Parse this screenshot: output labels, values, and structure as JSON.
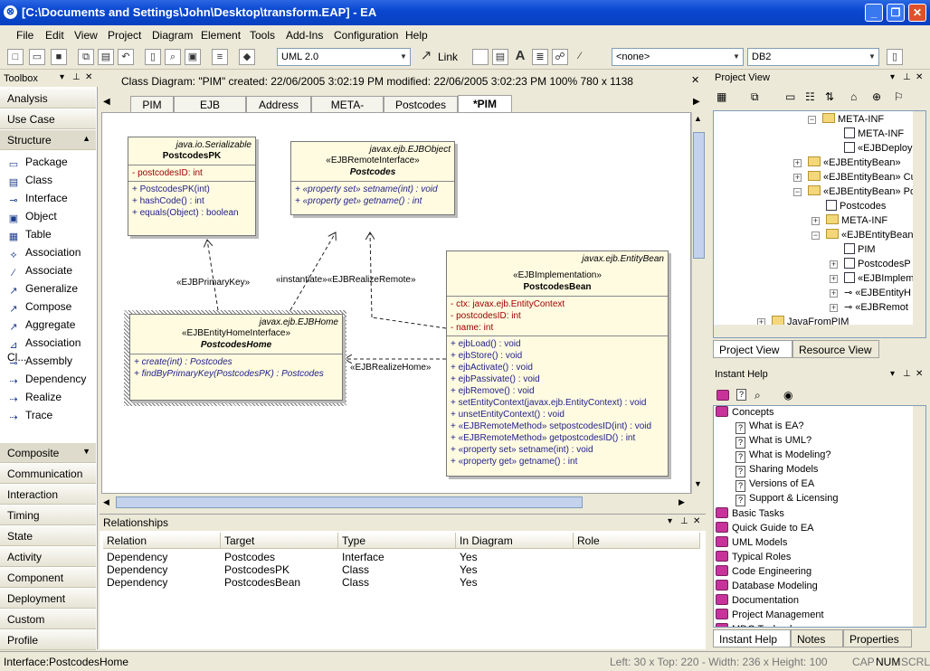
{
  "window": {
    "title": "[C:\\Documents and Settings\\John\\Desktop\\transform.EAP] - EA",
    "min": "_",
    "max": "❐",
    "close": "✕"
  },
  "menu": [
    "File",
    "Edit",
    "View",
    "Project",
    "Diagram",
    "Element",
    "Tools",
    "Add-Ins",
    "Configuration",
    "Help"
  ],
  "toolbar": {
    "uml_version": "UML 2.0",
    "link_label": "Link",
    "none_combo": "<none>",
    "db_combo": "DB2"
  },
  "toolbox": {
    "title": "Toolbox",
    "categories_top": [
      "Analysis",
      "Use Case",
      "Structure"
    ],
    "structure_items": [
      {
        "label": "Package",
        "icon": "package-icon"
      },
      {
        "label": "Class",
        "icon": "class-icon"
      },
      {
        "label": "Interface",
        "icon": "interface-icon"
      },
      {
        "label": "Object",
        "icon": "object-icon"
      },
      {
        "label": "Table",
        "icon": "table-icon"
      },
      {
        "label": "Association",
        "icon": "association-icon"
      },
      {
        "label": "Associate",
        "icon": "associate-icon"
      },
      {
        "label": "Generalize",
        "icon": "generalize-icon"
      },
      {
        "label": "Compose",
        "icon": "compose-icon"
      },
      {
        "label": "Aggregate",
        "icon": "aggregate-icon"
      },
      {
        "label": "Association Cl...",
        "icon": "association-class-icon"
      },
      {
        "label": "Assembly",
        "icon": "assembly-icon"
      },
      {
        "label": "Dependency",
        "icon": "dependency-icon"
      },
      {
        "label": "Realize",
        "icon": "realize-icon"
      },
      {
        "label": "Trace",
        "icon": "trace-icon"
      }
    ],
    "categories_bottom": [
      "Composite",
      "Communication",
      "Interaction",
      "Timing",
      "State",
      "Activity",
      "Component",
      "Deployment",
      "Custom",
      "Profile"
    ]
  },
  "diagram": {
    "header": "Class Diagram: \"PIM\"   created: 22/06/2005 3:02:19 PM  modified: 22/06/2005 3:02:23 PM   100%   780 x 1138",
    "tabs": [
      "PIM",
      "EJB Entity",
      "Address",
      "META-INF",
      "Postcodes",
      "*PIM"
    ],
    "active_tab": "*PIM",
    "pk": {
      "stereo": "java.io.Serializable",
      "name": "PostcodesPK",
      "attrs": [
        "-   postcodesID:  int"
      ],
      "ops": [
        "+   PostcodesPK(int)",
        "+   hashCode() : int",
        "+   equals(Object) : boolean"
      ]
    },
    "remote": {
      "stereo": "javax.ejb.EJBObject",
      "stereo2": "«EJBRemoteInterface»",
      "name": "Postcodes",
      "ops": [
        "+   «property set» setname(int) : void",
        "+   «property get» getname() : int"
      ]
    },
    "home": {
      "stereo": "javax.ejb.EJBHome",
      "stereo2": "«EJBEntityHomeInterface»",
      "name": "PostcodesHome",
      "ops": [
        "+   create(int) : Postcodes",
        "+   findByPrimaryKey(PostcodesPK) : Postcodes"
      ]
    },
    "bean": {
      "stereo": "javax.ejb.EntityBean",
      "stereo2": "«EJBImplementation»",
      "name": "PostcodesBean",
      "attrs": [
        "-   ctx:  javax.ejb.EntityContext",
        "-   postcodesID:  int",
        "-   name:  int"
      ],
      "ops": [
        "+   ejbLoad() : void",
        "+   ejbStore() : void",
        "+   ejbActivate() : void",
        "+   ejbPassivate() : void",
        "+   ejbRemove() : void",
        "+   setEntityContext(javax.ejb.EntityContext) : void",
        "+   unsetEntityContext() : void",
        "+   «EJBRemoteMethod» setpostcodesID(int) : void",
        "+   «EJBRemoteMethod» getpostcodesID() : int",
        "+   «property set» setname(int) : void",
        "+   «property get» getname() : int"
      ]
    },
    "labels": {
      "primary_key": "«EJBPrimaryKey»",
      "instantiate": "«instantiate»«EJBRealizeRemote»",
      "realize_home": "«EJBRealizeHome»"
    }
  },
  "relationships": {
    "title": "Relationships",
    "columns": [
      "Relation",
      "Target",
      "Type",
      "In Diagram",
      "Role"
    ],
    "rows": [
      [
        "Dependency",
        "Postcodes",
        "Interface",
        "Yes",
        ""
      ],
      [
        "Dependency",
        "PostcodesPK",
        "Class",
        "Yes",
        ""
      ],
      [
        "Dependency",
        "PostcodesBean",
        "Class",
        "Yes",
        ""
      ]
    ]
  },
  "project_view": {
    "title": "Project View",
    "nodes": [
      "META-INF",
      "META-INF",
      "«EJBDeploy",
      "«EJBEntityBean»",
      "«EJBEntityBean» Cus",
      "«EJBEntityBean» Pos",
      "Postcodes",
      "META-INF",
      "«EJBEntityBean»",
      "PIM",
      "PostcodesP",
      "«EJBImplem",
      "«EJBEntityH",
      "«EJBRemot",
      "JavaFromPIM"
    ],
    "tabs": [
      "Project View",
      "Resource View"
    ]
  },
  "instant_help": {
    "title": "Instant Help",
    "items": [
      {
        "label": "Concepts",
        "kind": "book-open",
        "indent": 0
      },
      {
        "label": "What is EA?",
        "kind": "page",
        "indent": 1
      },
      {
        "label": "What is UML?",
        "kind": "page",
        "indent": 1
      },
      {
        "label": "What is Modeling?",
        "kind": "page",
        "indent": 1
      },
      {
        "label": "Sharing Models",
        "kind": "page",
        "indent": 1
      },
      {
        "label": "Versions of EA",
        "kind": "page",
        "indent": 1
      },
      {
        "label": "Support & Licensing",
        "kind": "page",
        "indent": 1
      },
      {
        "label": "Basic Tasks",
        "kind": "book",
        "indent": 0
      },
      {
        "label": "Quick Guide to EA",
        "kind": "book",
        "indent": 0
      },
      {
        "label": "UML Models",
        "kind": "book",
        "indent": 0
      },
      {
        "label": "Typical Roles",
        "kind": "book",
        "indent": 0
      },
      {
        "label": "Code Engineering",
        "kind": "book",
        "indent": 0
      },
      {
        "label": "Database Modeling",
        "kind": "book",
        "indent": 0
      },
      {
        "label": "Documentation",
        "kind": "book",
        "indent": 0
      },
      {
        "label": "Project Management",
        "kind": "book",
        "indent": 0
      },
      {
        "label": "MDG Technol...",
        "kind": "book",
        "indent": 0
      }
    ],
    "tabs": [
      "Instant Help",
      "Notes",
      "Properties"
    ]
  },
  "status": {
    "left": "Interface:PostcodesHome",
    "coords": "Left:   30 x Top:  220 - Width:  236 x Height:  100",
    "caps": "CAP",
    "num": "NUM",
    "scrl": "SCRL"
  }
}
